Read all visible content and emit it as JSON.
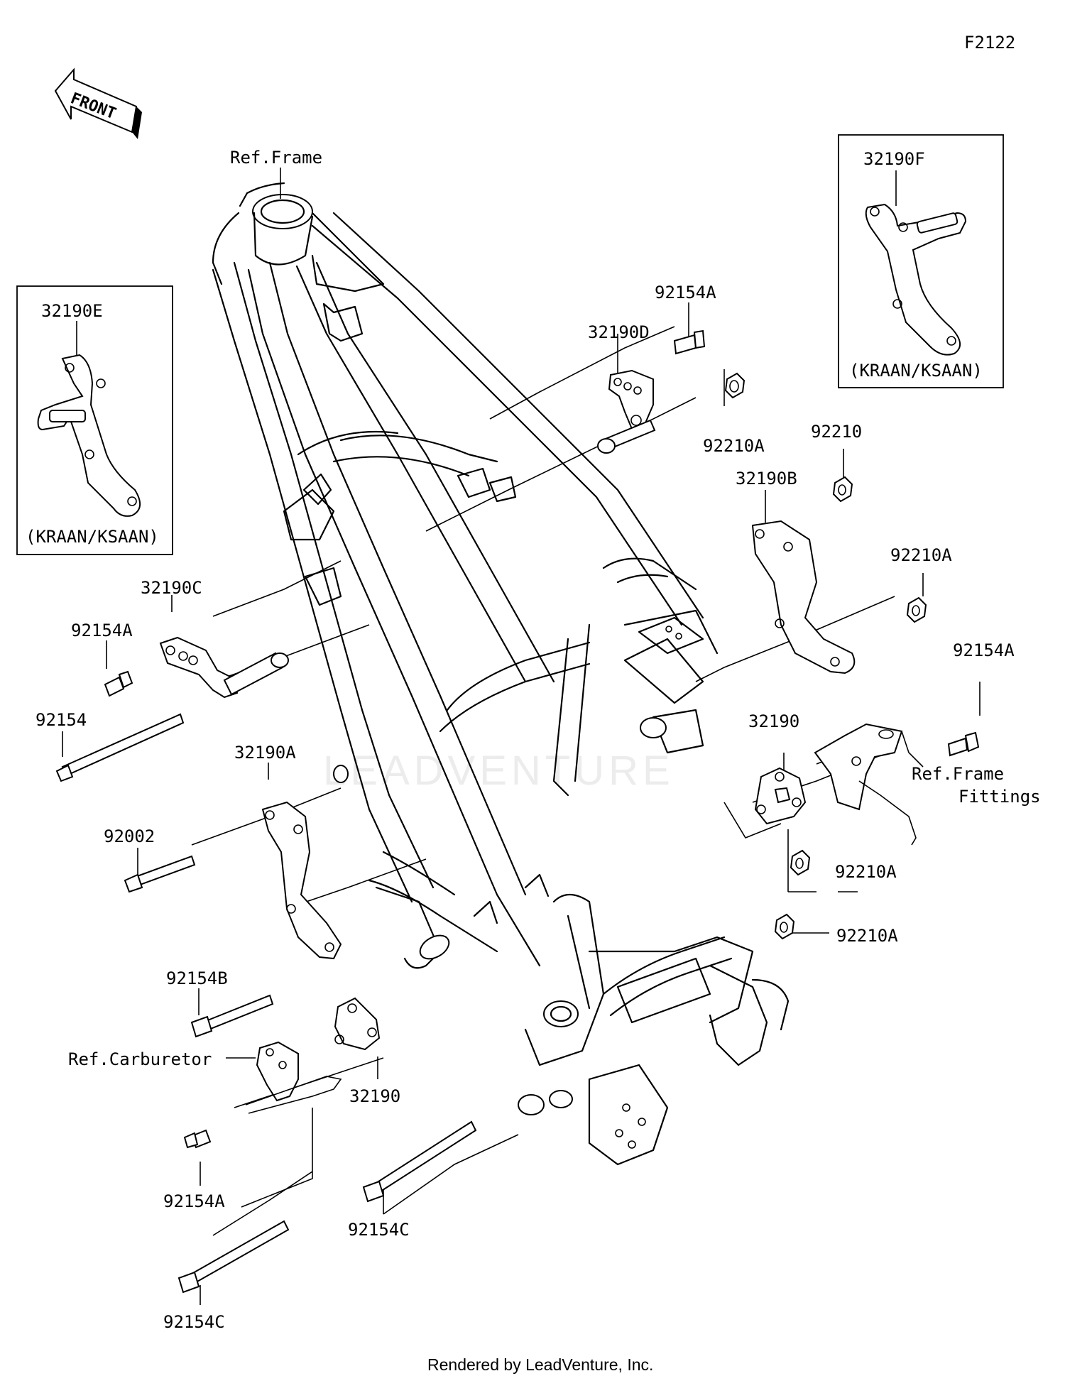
{
  "diagram_code": "F2122",
  "front_label": "FRONT",
  "watermark": "LEADVENTURE",
  "footer": "Rendered by LeadVenture, Inc.",
  "refs": {
    "frame": "Ref.Frame",
    "frame_fittings_1": "Ref.Frame",
    "frame_fittings_2": "Fittings",
    "carburetor": "Ref.Carburetor"
  },
  "insets": {
    "left": {
      "part": "32190E",
      "note": "(KRAAN/KSAAN)"
    },
    "right": {
      "part": "32190F",
      "note": "(KRAAN/KSAAN)"
    }
  },
  "parts": {
    "p92154A_top": "92154A",
    "p32190D": "32190D",
    "p92210A_top": "92210A",
    "p92210": "92210",
    "p32190B": "32190B",
    "p92210A_b": "92210A",
    "p92154A_right": "92154A",
    "p32190_right": "32190",
    "p92210A_right": "92210A",
    "p92210A_lower": "92210A",
    "p32190C": "32190C",
    "p92154A_left": "92154A",
    "p92154": "92154",
    "p32190A": "32190A",
    "p92002": "92002",
    "p92154B": "92154B",
    "p32190_lower": "32190",
    "p92154A_bottom": "92154A",
    "p92154C_left": "92154C",
    "p92154C_mid": "92154C"
  }
}
